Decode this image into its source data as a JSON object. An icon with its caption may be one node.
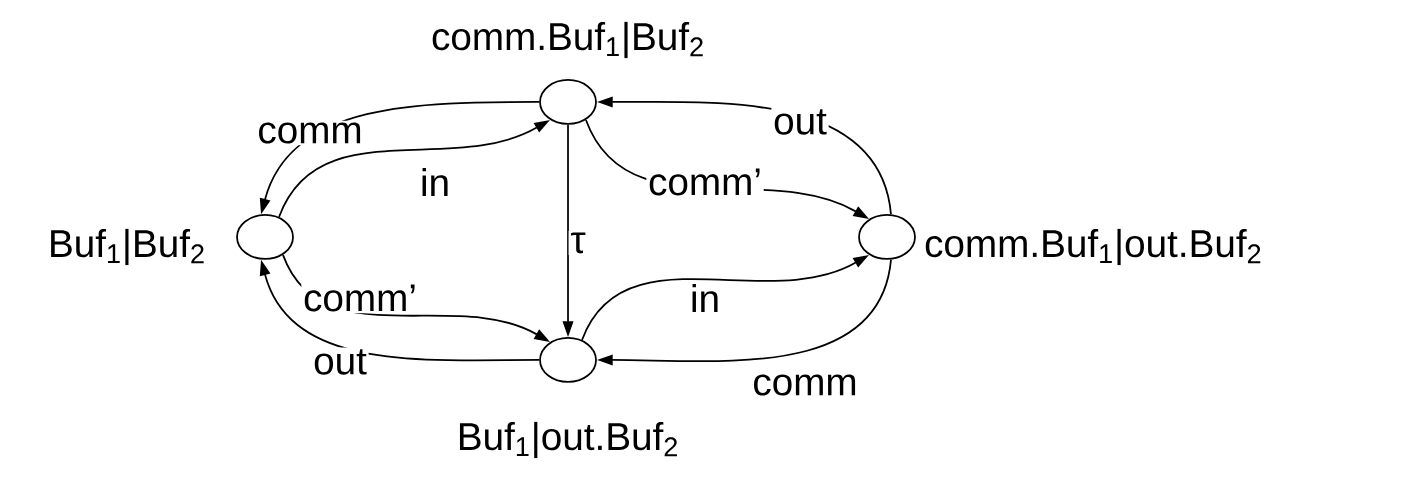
{
  "diagram": {
    "nodes": [
      {
        "text": [
          "comm.Buf$_{1}$|Buf$_{2}$"
        ]
      },
      {
        "text": [
          "Buf$_{1}$|Buf$_{2}$"
        ]
      },
      {
        "text": [
          "comm.Buf$_{1}$|out.Buf$_{2}$"
        ]
      },
      {
        "text": [
          "Buf$_{1}$|out.Buf$_{2}$"
        ]
      }
    ],
    "edges": [
      {
        "from": 0,
        "to": 1,
        "arrow": "to",
        "label": "comm"
      },
      {
        "from": 1,
        "to": 0,
        "arrow": "to",
        "label": "in"
      },
      {
        "from": 0,
        "to": 3,
        "arrow": "to",
        "label": "τ"
      },
      {
        "from": 2,
        "to": 0,
        "arrow": "to",
        "label": "out"
      },
      {
        "from": 0,
        "to": 2,
        "arrow": "to",
        "label": "comm’"
      },
      {
        "from": 1,
        "to": 3,
        "arrow": "to",
        "label": "comm’"
      },
      {
        "from": 3,
        "to": 1,
        "arrow": "to",
        "label": "out"
      },
      {
        "from": 3,
        "to": 2,
        "arrow": "to",
        "label": "in"
      },
      {
        "from": 2,
        "to": 3,
        "arrow": "to",
        "label": "comm"
      }
    ]
  }
}
